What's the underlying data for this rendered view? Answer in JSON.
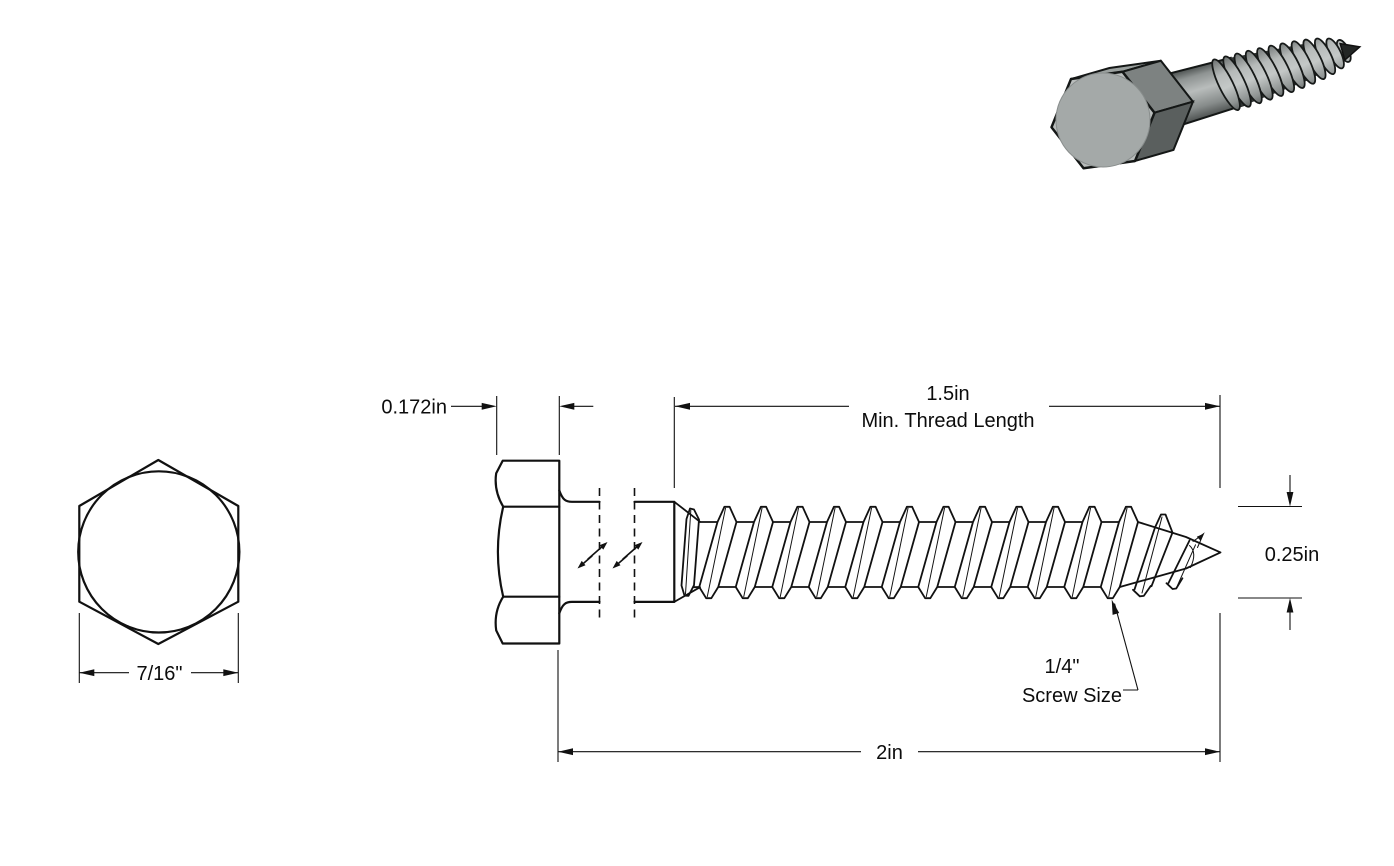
{
  "drawing": {
    "subject": "hex head lag screw",
    "colors": {
      "line": "#111111",
      "background": "#ffffff",
      "metal_light": "#b9bdbc",
      "metal_mid": "#9aa09e",
      "metal_dark": "#5a5f5e"
    },
    "dims": {
      "head_height": {
        "value": "0.172in"
      },
      "min_thread_length": {
        "value": "1.5in",
        "caption": "Min. Thread Length"
      },
      "diameter": {
        "value": "0.25in"
      },
      "screw_size": {
        "value": "1/4\"",
        "caption": "Screw Size"
      },
      "overall_length": {
        "value": "2in"
      },
      "head_width": {
        "value": "7/16\""
      }
    }
  }
}
